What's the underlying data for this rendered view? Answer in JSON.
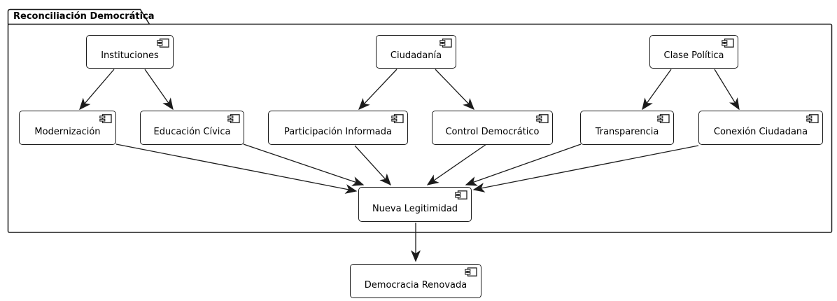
{
  "package": {
    "title": "Reconciliación Democrática"
  },
  "nodes": [
    {
      "id": "instituciones",
      "label": "Instituciones"
    },
    {
      "id": "ciudadania",
      "label": "Ciudadanía"
    },
    {
      "id": "clase-politica",
      "label": "Clase Política"
    },
    {
      "id": "modernizacion",
      "label": "Modernización"
    },
    {
      "id": "educacion-civica",
      "label": "Educación Cívica"
    },
    {
      "id": "participacion-informada",
      "label": "Participación Informada"
    },
    {
      "id": "control-democratico",
      "label": "Control Democrático"
    },
    {
      "id": "transparencia",
      "label": "Transparencia"
    },
    {
      "id": "conexion-ciudadana",
      "label": "Conexión Ciudadana"
    },
    {
      "id": "nueva-legitimidad",
      "label": "Nueva Legitimidad"
    },
    {
      "id": "democracia-renovada",
      "label": "Democracia Renovada"
    }
  ],
  "edges": [
    {
      "from": "Instituciones",
      "to": "Modernización"
    },
    {
      "from": "Instituciones",
      "to": "Educación Cívica"
    },
    {
      "from": "Ciudadanía",
      "to": "Participación Informada"
    },
    {
      "from": "Ciudadanía",
      "to": "Control Democrático"
    },
    {
      "from": "Clase Política",
      "to": "Transparencia"
    },
    {
      "from": "Clase Política",
      "to": "Conexión Ciudadana"
    },
    {
      "from": "Modernización",
      "to": "Nueva Legitimidad"
    },
    {
      "from": "Educación Cívica",
      "to": "Nueva Legitimidad"
    },
    {
      "from": "Participación Informada",
      "to": "Nueva Legitimidad"
    },
    {
      "from": "Control Democrático",
      "to": "Nueva Legitimidad"
    },
    {
      "from": "Transparencia",
      "to": "Nueva Legitimidad"
    },
    {
      "from": "Conexión Ciudadana",
      "to": "Nueva Legitimidad"
    },
    {
      "from": "Nueva Legitimidad",
      "to": "Democracia Renovada"
    }
  ],
  "colors": {
    "line": "#1b1b1b",
    "background": "#ffffff",
    "node_fill": "#ffffff"
  }
}
